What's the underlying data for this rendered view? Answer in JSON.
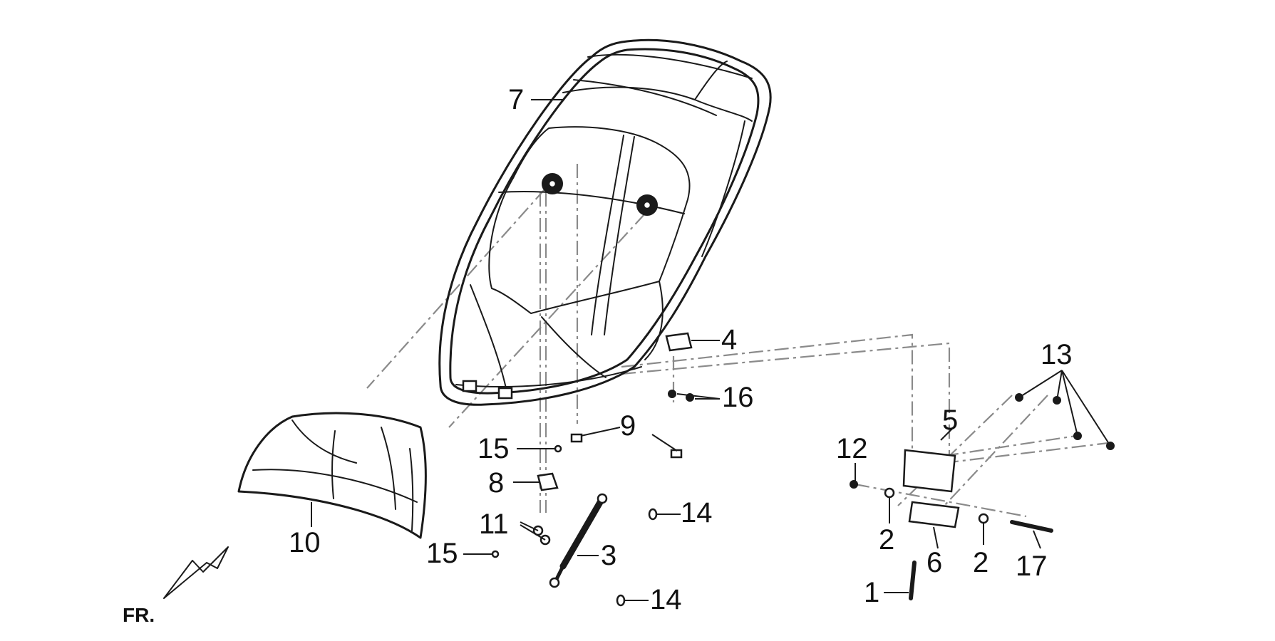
{
  "labels": {
    "p1": "1",
    "p2a": "2",
    "p2b": "2",
    "p3": "3",
    "p4": "4",
    "p5": "5",
    "p6": "6",
    "p7": "7",
    "p8": "8",
    "p9": "9",
    "p10": "10",
    "p11": "11",
    "p12": "12",
    "p13": "13",
    "p14a": "14",
    "p14b": "14",
    "p15a": "15",
    "p15b": "15",
    "p16": "16",
    "p17": "17",
    "direction": "FR."
  },
  "colors": {
    "line": "#1a1a1a",
    "chain_line": "#8a8a8a",
    "background": "#ffffff"
  }
}
